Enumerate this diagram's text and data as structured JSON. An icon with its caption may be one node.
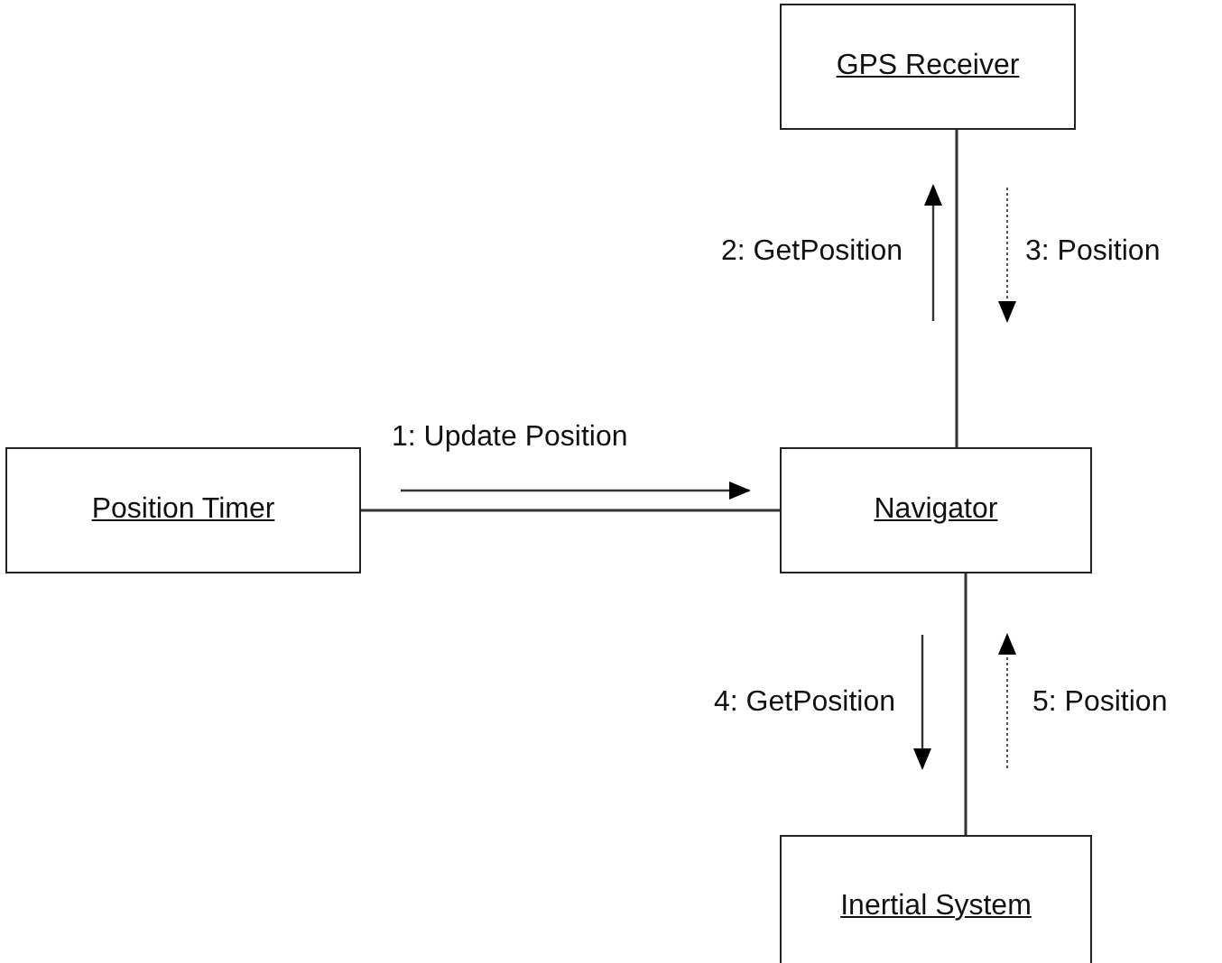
{
  "diagram": {
    "nodes": [
      {
        "text": [
          "GPS Receiver"
        ]
      },
      {
        "text": [
          "Position Timer"
        ]
      },
      {
        "text": [
          "Navigator"
        ]
      },
      {
        "text": [
          "Inertial System"
        ]
      }
    ],
    "edges": [
      {
        "from": 1,
        "to": 2,
        "arrow": "none"
      },
      {
        "from": 0,
        "to": 2,
        "arrow": "none"
      },
      {
        "from": 2,
        "to": 3,
        "arrow": "none"
      }
    ],
    "labels": [
      "1: Update Position",
      "2: GetPosition",
      "3: Position",
      "4: GetPosition",
      "5: Position"
    ]
  }
}
